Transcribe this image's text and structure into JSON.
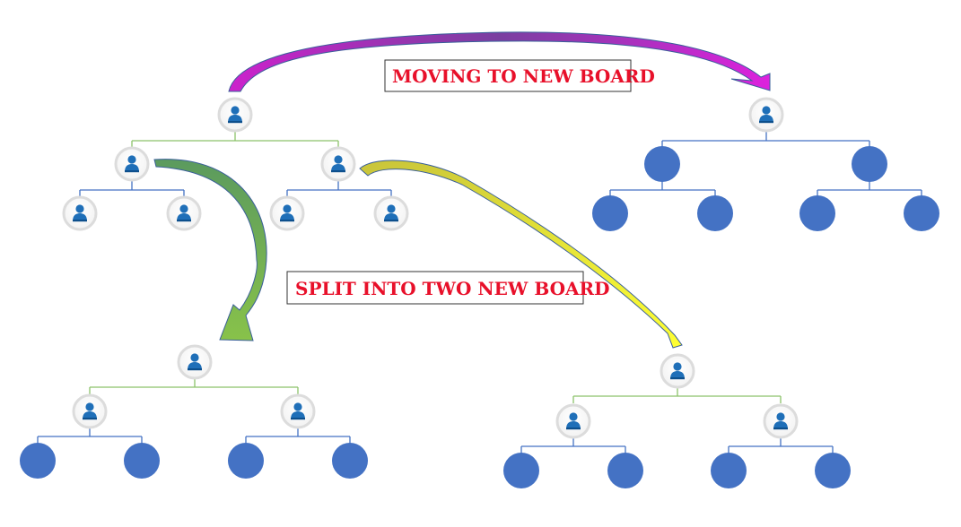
{
  "labels": {
    "moving": "MOVING TO NEW BOARD",
    "split": "SPLIT INTO TWO NEW BOARD"
  },
  "colors": {
    "label_text": "#e8102a",
    "green_line": "#8cc26a",
    "blue_line": "#4472c4",
    "empty_node": "#4472c4",
    "avatar_ring": "#e6e6e6",
    "avatar_blue": "#1f6fb8",
    "arrow_magenta": "#cc22cc",
    "arrow_green": "#88c24a",
    "arrow_yellow": "#ffff33",
    "arrow_outline": "#3a5f9a"
  },
  "icons": {
    "member": "person-icon",
    "empty_slot": "empty-slot-circle"
  }
}
